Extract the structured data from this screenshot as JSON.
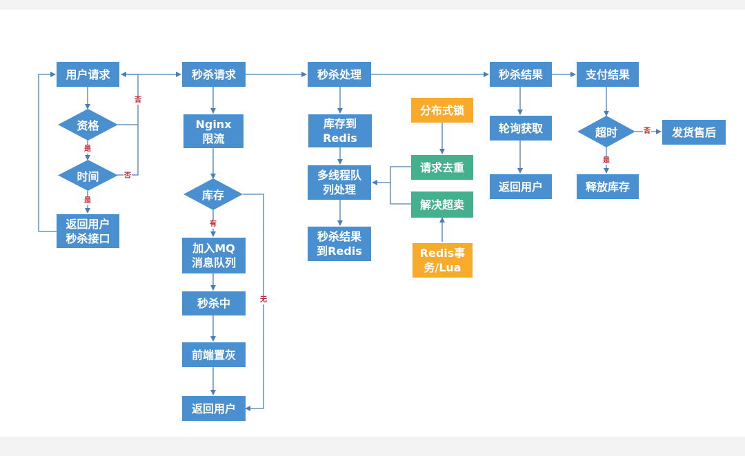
{
  "colors": {
    "blue": "#4a90d0",
    "orange": "#f8aa2a",
    "green": "#44b08d",
    "line": "#4a7fb5",
    "label": "#c0262d"
  },
  "nodes": {
    "user_request": "用户请求",
    "qualification": "资格",
    "time": "时间",
    "return_seckill_api": "返回用户\n秒杀接口",
    "seckill_request": "秒杀请求",
    "nginx_limit": "Nginx\n限流",
    "stock": "库存",
    "add_mq": "加入MQ\n消息队列",
    "seckilling": "秒杀中",
    "frontend_gray": "前端置灰",
    "return_user_1": "返回用户",
    "seckill_process": "秒杀处理",
    "stock_to_redis": "库存到\nRedis",
    "multithread_queue": "多线程队\n列处理",
    "result_to_redis": "秒杀结果\n到Redis",
    "distributed_lock": "分布式锁",
    "request_dedup": "请求去重",
    "solve_oversell": "解决超卖",
    "redis_tx_lua": "Redis事\n务/Lua",
    "seckill_result": "秒杀结果",
    "poll_fetch": "轮询获取",
    "return_user_2": "返回用户",
    "payment_result": "支付结果",
    "timeout": "超时",
    "release_stock": "释放库存",
    "after_sales": "发货售后"
  },
  "edge_labels": {
    "qual_no": "否",
    "qual_yes": "是",
    "time_no": "否",
    "time_yes": "是",
    "stock_yes": "有",
    "stock_no": "无",
    "timeout_yes": "是",
    "timeout_no": "否"
  }
}
